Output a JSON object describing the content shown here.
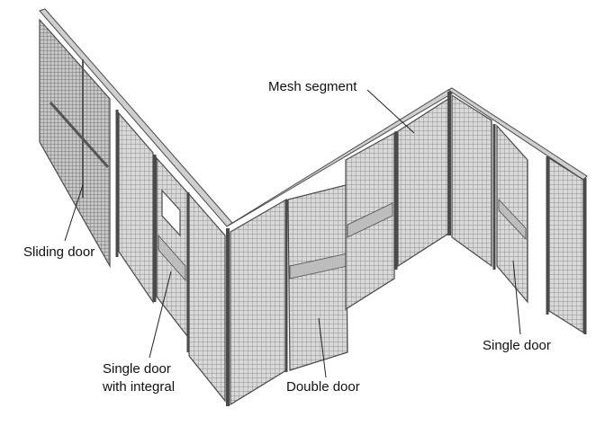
{
  "labels": {
    "mesh_segment": "Mesh segment",
    "sliding_door": "Sliding door",
    "single_door_integral_line1": "Single door",
    "single_door_integral_line2": "with integral",
    "double_door": "Double door",
    "single_door": "Single door"
  },
  "colors": {
    "panel_fill": "#dcdcdc",
    "frame_stroke": "#4a4a4a",
    "mesh_stroke": "#8a8a8a",
    "rail_fill": "#bdbdbd"
  }
}
